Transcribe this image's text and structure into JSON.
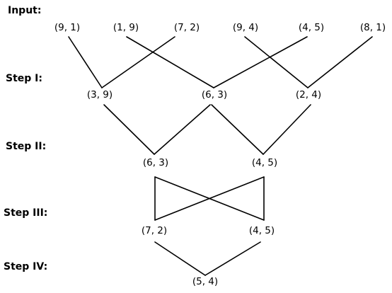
{
  "steps": {
    "input": "Input:",
    "step1": "Step I:",
    "step2": "Step II:",
    "step3": "Step III:",
    "step4": "Step IV:"
  },
  "nodes": {
    "input": [
      "(9, 1)",
      "(1, 9)",
      "(7, 2)",
      "(9, 4)",
      "(4, 5)",
      "(8, 1)"
    ],
    "step1": [
      "(3, 9)",
      "(6, 3)",
      "(2, 4)"
    ],
    "step2": [
      "(6, 3)",
      "(4, 5)"
    ],
    "step3": [
      "(7, 2)",
      "(4, 5)"
    ],
    "step4": [
      "(5, 4)"
    ]
  }
}
